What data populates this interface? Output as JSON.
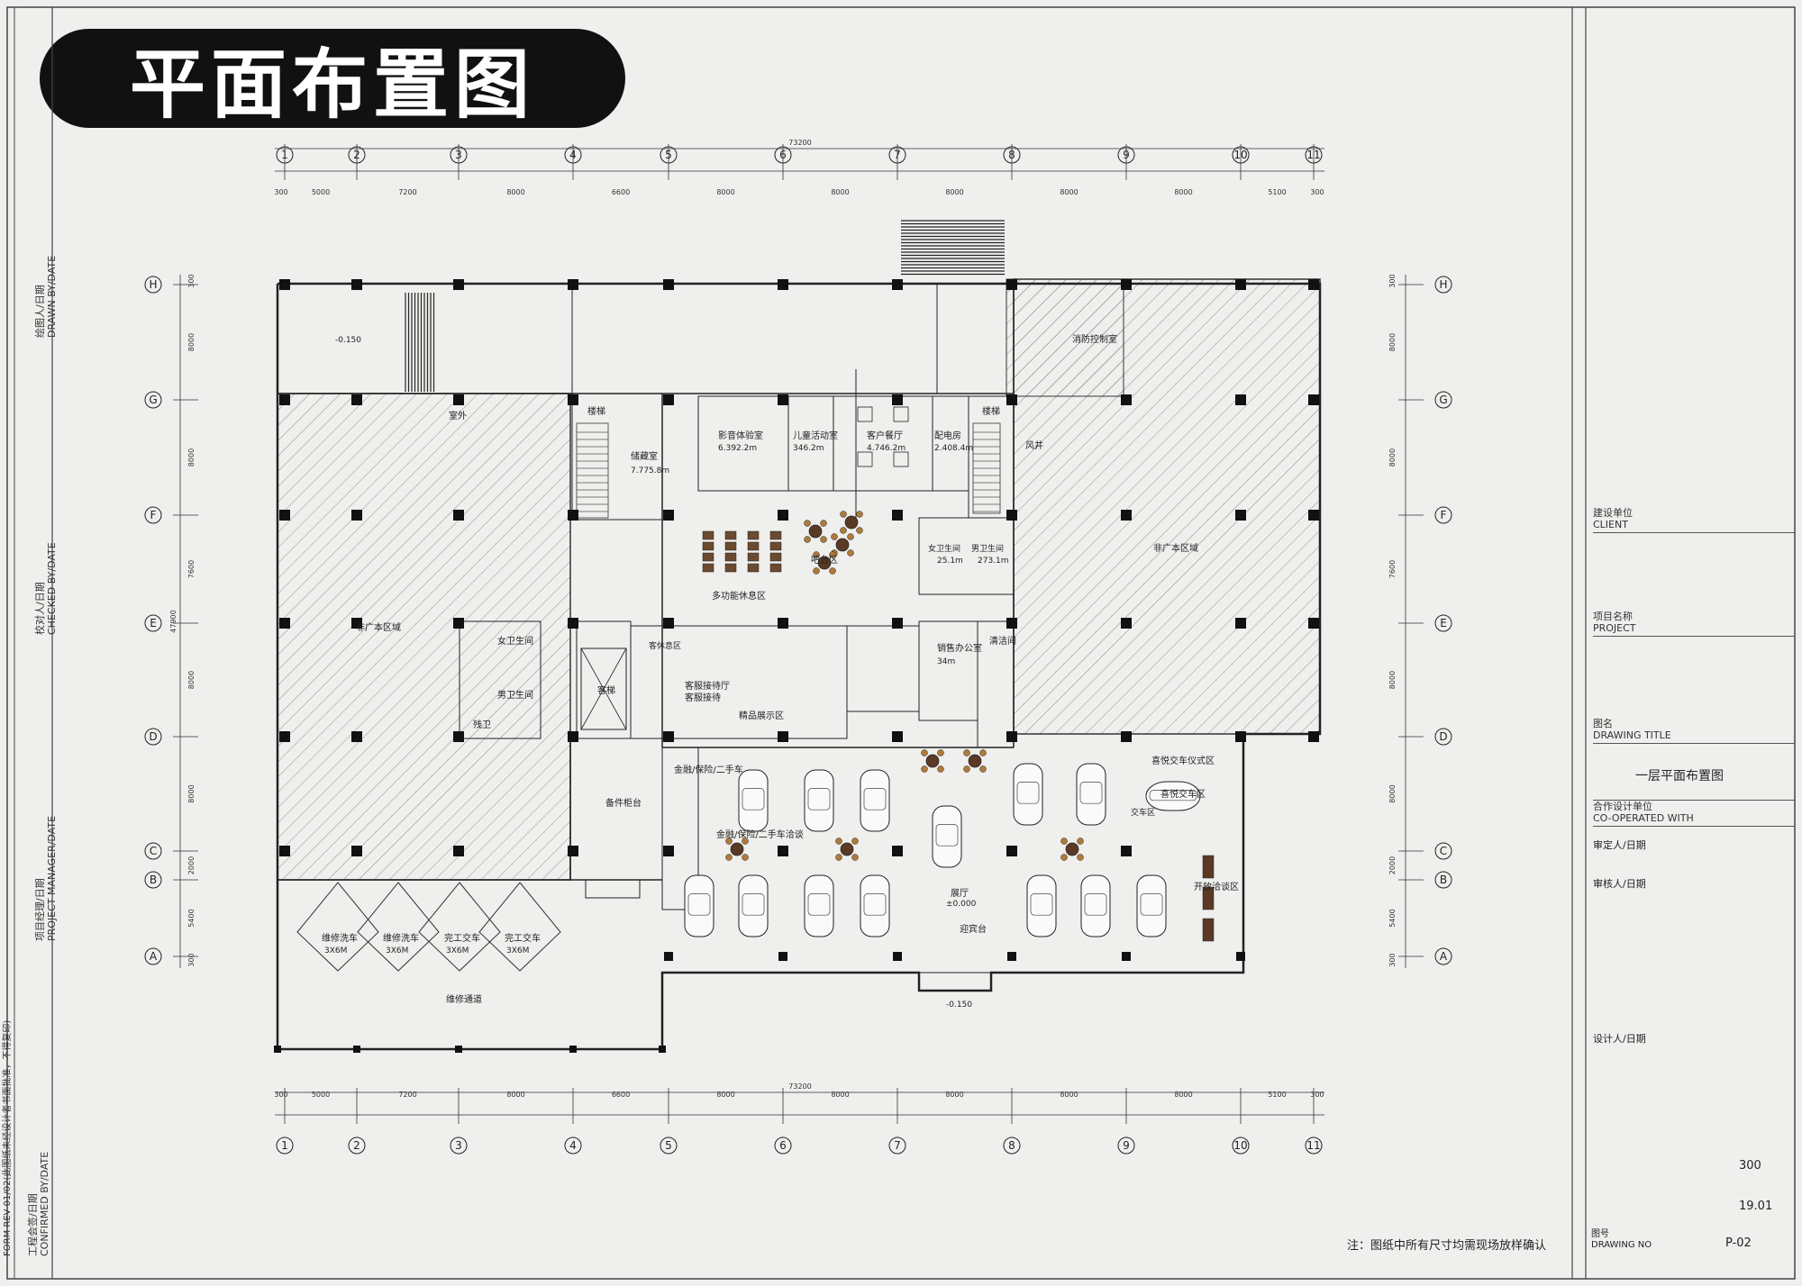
{
  "banner": {
    "title": "平面布置图"
  },
  "grid": {
    "columns": [
      "1",
      "2",
      "3",
      "4",
      "5",
      "6",
      "7",
      "8",
      "9",
      "10",
      "11"
    ],
    "rows": [
      "H",
      "G",
      "F",
      "E",
      "D",
      "C",
      "B",
      "A"
    ],
    "top_dims": [
      "300",
      "5000",
      "7200",
      "8000",
      "6600",
      "8000",
      "8000",
      "8000",
      "8000",
      "8000",
      "5100",
      "300"
    ],
    "top_total": "73200",
    "side_dims": [
      "300",
      "8000",
      "8000",
      "7600",
      "8000",
      "8000",
      "2000",
      "5400",
      "300"
    ],
    "side_total": "47900"
  },
  "rooms": {
    "non_factory_left": "非广本区域",
    "non_factory_right": "非广本区域",
    "fire_control": "消防控制室",
    "outdoor": "室外",
    "stair_left": "楼梯",
    "stair_right": "楼梯",
    "wind_shaft": "风井",
    "cleaning": "清洁间",
    "store_room": "储藏室",
    "store_area": "7.775.8m",
    "av_room": "影音体验室",
    "av_area": "6.392.2m",
    "kids_room": "儿童活动室",
    "kids_area": "346.2m",
    "vip_dining": "客户餐厅",
    "vip_area": "4.746.2m",
    "power_room": "配电房",
    "power_area": "2.408.4m",
    "rest_area": "多功能休息区",
    "bar": "吧台区",
    "female_wc": "女卫生间",
    "male_wc": "男卫生间",
    "wc_area_1": "25.1m",
    "wc_area_2": "273.1m",
    "female_wc_2": "女卫生间",
    "male_wc_2": "男卫生间",
    "accessible": "残卫",
    "elevator": "客梯",
    "lounge": "客休息区",
    "service_reception": "客服接待厅",
    "service_sub": "客服接待",
    "boutique": "精品展示区",
    "sales_office": "销售办公室",
    "sales_area": "34m",
    "showroom": "展厅",
    "reception_desk": "迎宾台",
    "loan_desk": "金融/保险/二手车",
    "loan_desk_2": "金融/保险/二手车洽谈",
    "new_car_delivery": "交车区",
    "negotiation": "开放洽谈区",
    "delivery_area": "喜悦交车区",
    "delivery_ceremony": "喜悦交车仪式区",
    "repair_wash": "维修洗车",
    "repair_wash_2": "维修洗车",
    "finish_1": "完工交车",
    "finish_2": "完工交车",
    "bay_size": "3X6M",
    "bay_size_2": "3X6M",
    "bay_size_3": "3X6M",
    "bay_size_4": "3X6M",
    "repair_passage": "维修通道",
    "parts_counter": "备件柜台",
    "level_1": "-0.150",
    "level_2": "±0.000",
    "level_3": "-0.150"
  },
  "title_block": {
    "client_cn": "建设单位",
    "client_en": "CLIENT",
    "project_cn": "项目名称",
    "project_en": "PROJECT",
    "drawing_cn": "图名",
    "drawing_en": "DRAWING TITLE",
    "drawing_title": "一层平面布置图",
    "coop_cn": "合作设计单位",
    "coop_en": "CO-OPERATED WITH",
    "approve": "审定人/日期",
    "audit": "审核人/日期",
    "designer": "设计人/日期",
    "scale": "300",
    "date": "19.01",
    "dwg_no_cn": "图号",
    "dwg_no_en": "DRAWING NO",
    "dwg_no": "P-02"
  },
  "left_strip": {
    "drawn": "绘图人/日期",
    "drawn_en": "DRAWN BY/DATE",
    "checked": "校对人/日期",
    "checked_en": "CHECKED BY/DATE",
    "manager": "项目经理/日期",
    "manager_en": "PROJECT MANAGER/DATE",
    "confirmed": "工程会签/日期",
    "confirmed_en": "CONFIRMED BY/DATE",
    "form": "FORM REV 01/02(此图纸未经设计者书面批准，不得复印)"
  },
  "footer_note": "注：图纸中所有尺寸均需现场放样确认"
}
